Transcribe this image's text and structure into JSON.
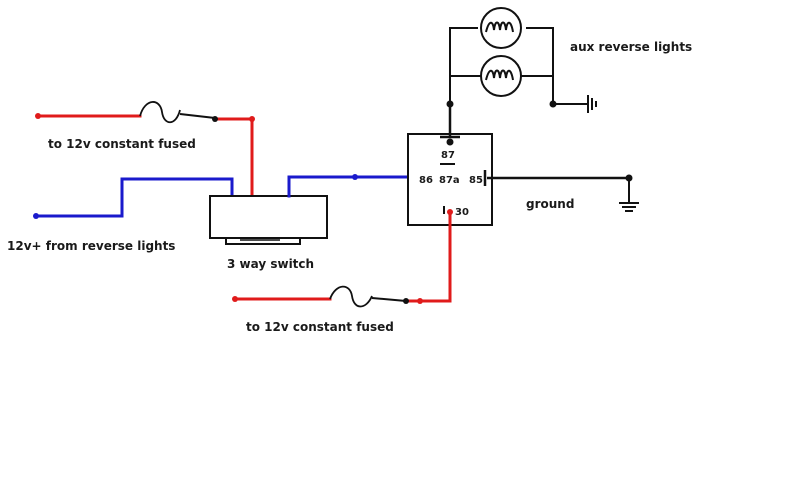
{
  "labels": {
    "aux_reverse_lights": "aux reverse lights",
    "to_12v_constant_fused_top": "to 12v constant fused",
    "reverse_lights_source": "12v+ from reverse lights",
    "three_way_switch": "3 way switch",
    "to_12v_constant_fused_bottom": "to 12v constant fused",
    "ground": "ground"
  },
  "relay_pins": {
    "pin87": "87",
    "pin87a": "87a",
    "pin86": "86",
    "pin85": "85",
    "pin30": "30"
  },
  "colors": {
    "red_wire": "#e01b1b",
    "blue_wire": "#1a1acc",
    "black_wire": "#111111"
  },
  "icons": [
    "fuse-icon",
    "lamp-icon",
    "ground-icon",
    "relay-icon",
    "switch-icon"
  ]
}
